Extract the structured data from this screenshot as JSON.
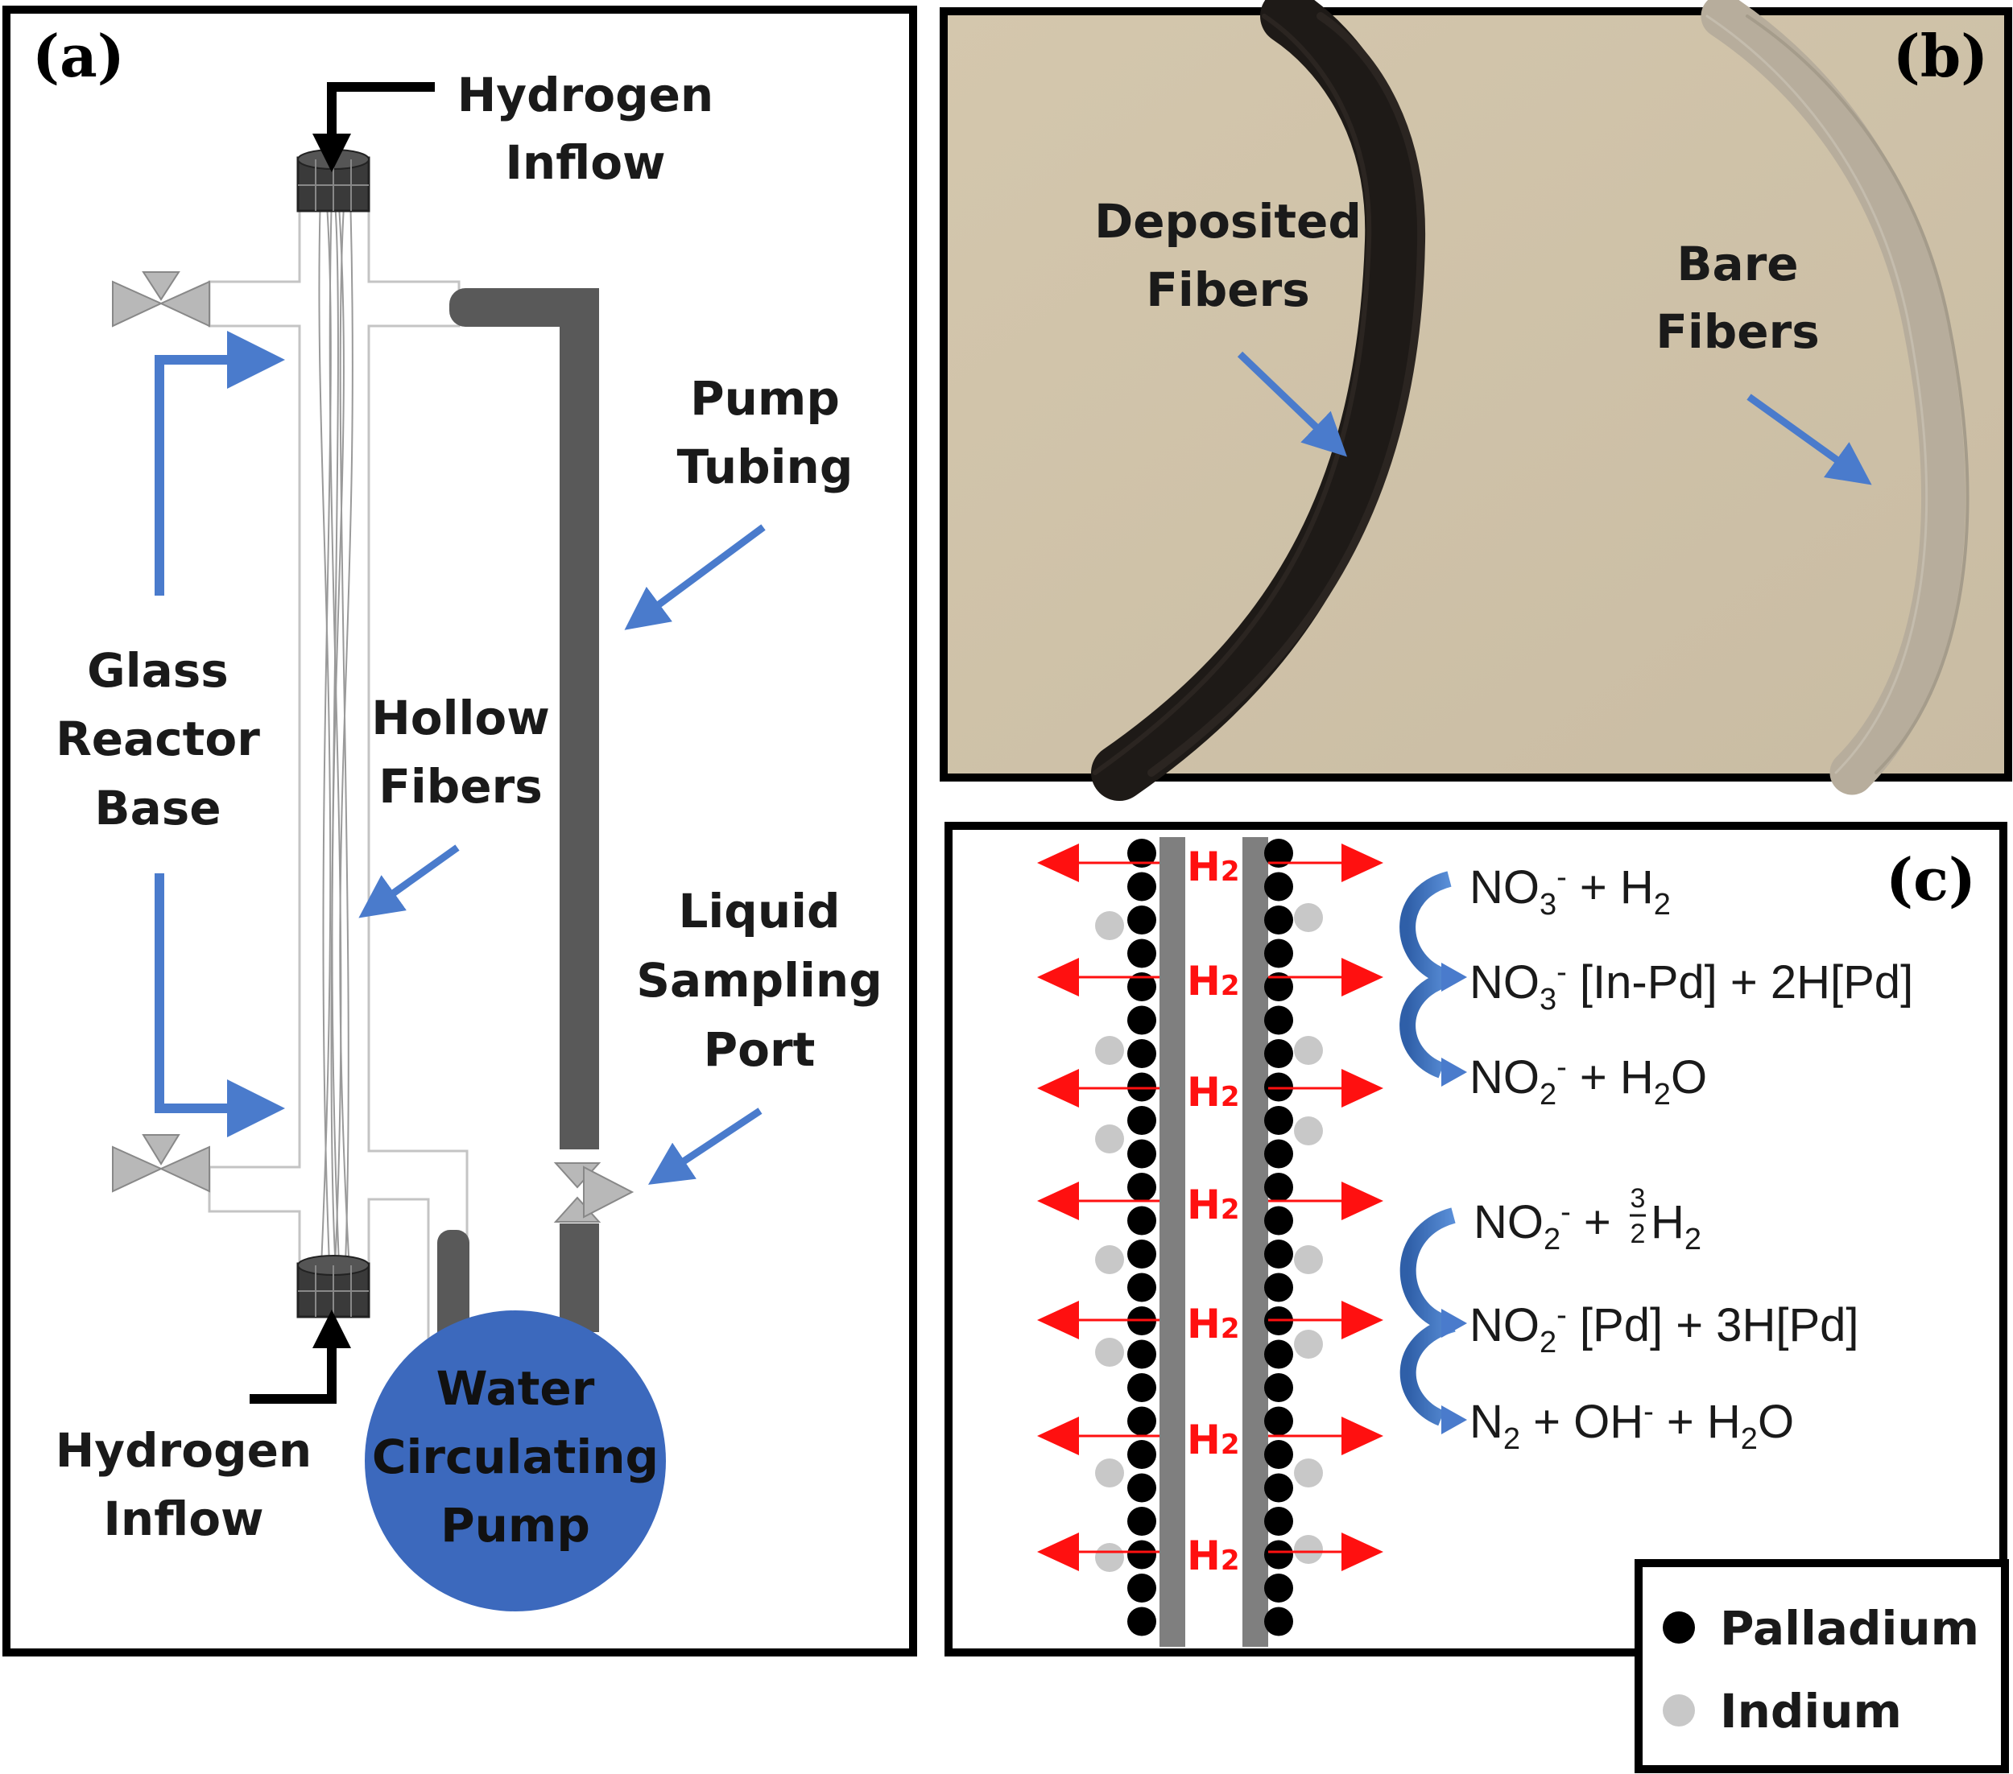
{
  "panels": {
    "a": {
      "tag": "(a)",
      "hydrogen_top": [
        "Hydrogen",
        "Inflow"
      ],
      "hydrogen_bottom": [
        "Hydrogen",
        "Inflow"
      ],
      "pump_tubing": [
        "Pump",
        "Tubing"
      ],
      "glass_reactor": [
        "Glass",
        "Reactor",
        "Base"
      ],
      "hollow_fibers": [
        "Hollow",
        "Fibers"
      ],
      "sampling_port": [
        "Liquid",
        "Sampling",
        "Port"
      ],
      "pump": [
        "Water",
        "Circulating",
        "Pump"
      ]
    },
    "b": {
      "tag": "(b)",
      "deposited": [
        "Deposited",
        "Fibers"
      ],
      "bare": [
        "Bare",
        "Fibers"
      ]
    },
    "c": {
      "tag": "(c)",
      "h2_label": "H",
      "h2_sub": "2",
      "reactions_group1": [
        {
          "a": "NO",
          "a_sub": "3",
          "a_sup": "-",
          "b": " + H",
          "b_sub": "2",
          "c": ""
        },
        {
          "a": "NO",
          "a_sub": "3",
          "a_sup": "-",
          "b": " [In-Pd] + 2H[Pd]",
          "b_sub": "",
          "c": ""
        },
        {
          "a": "NO",
          "a_sub": "2",
          "a_sup": "-",
          "b": " + H",
          "b_sub": "2",
          "c": "O"
        }
      ],
      "reaction_group2_top": {
        "a": "NO",
        "a_sub": "2",
        "a_sup": "-",
        "b": " + ",
        "frac_num": "3",
        "frac_den": "2",
        "c": "H",
        "c_sub": "2"
      },
      "reactions_group2": [
        {
          "a": "NO",
          "a_sub": "2",
          "a_sup": "-",
          "b": " [Pd] + 3H[Pd]",
          "b_sub": "",
          "c": ""
        },
        {
          "a": "N",
          "a_sub": "2",
          "a_sup": "",
          "b": " + OH",
          "b_sub": "",
          "c": ""
        }
      ],
      "last_tail": {
        "sup": "-",
        "rest": " + H",
        "sub": "2",
        "end": "O"
      },
      "legend": [
        {
          "label": "Palladium",
          "color": "#000000"
        },
        {
          "label": "Indium",
          "color": "#c8c8c8"
        }
      ]
    }
  },
  "colors": {
    "blue_arrow": "#4a7bcc",
    "pump": "#3c69bd",
    "tubing": "#595959",
    "red": "#ff1010",
    "photo_bg": "#cfc2a9"
  }
}
